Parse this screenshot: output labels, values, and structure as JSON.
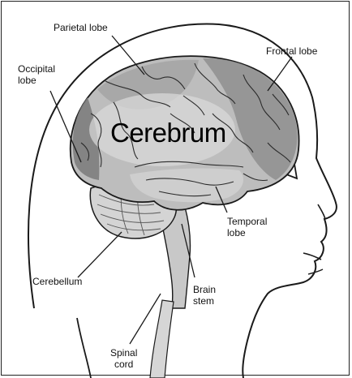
{
  "diagram": {
    "title": "Cerebrum",
    "labels": {
      "parietal": "Parietal lobe",
      "frontal": "Frontal lobe",
      "occipital": "Occipital\nlobe",
      "temporal": "Temporal\nlobe",
      "cerebellum": "Cerebellum",
      "brain_stem": "Brain\nstem",
      "spinal_cord": "Spinal\ncord"
    },
    "colors": {
      "cortex_light": "#d8d8d8",
      "cortex_mid": "#a9a9a9",
      "cortex_dark": "#7d7d7d",
      "outline": "#1a1a1a"
    }
  }
}
